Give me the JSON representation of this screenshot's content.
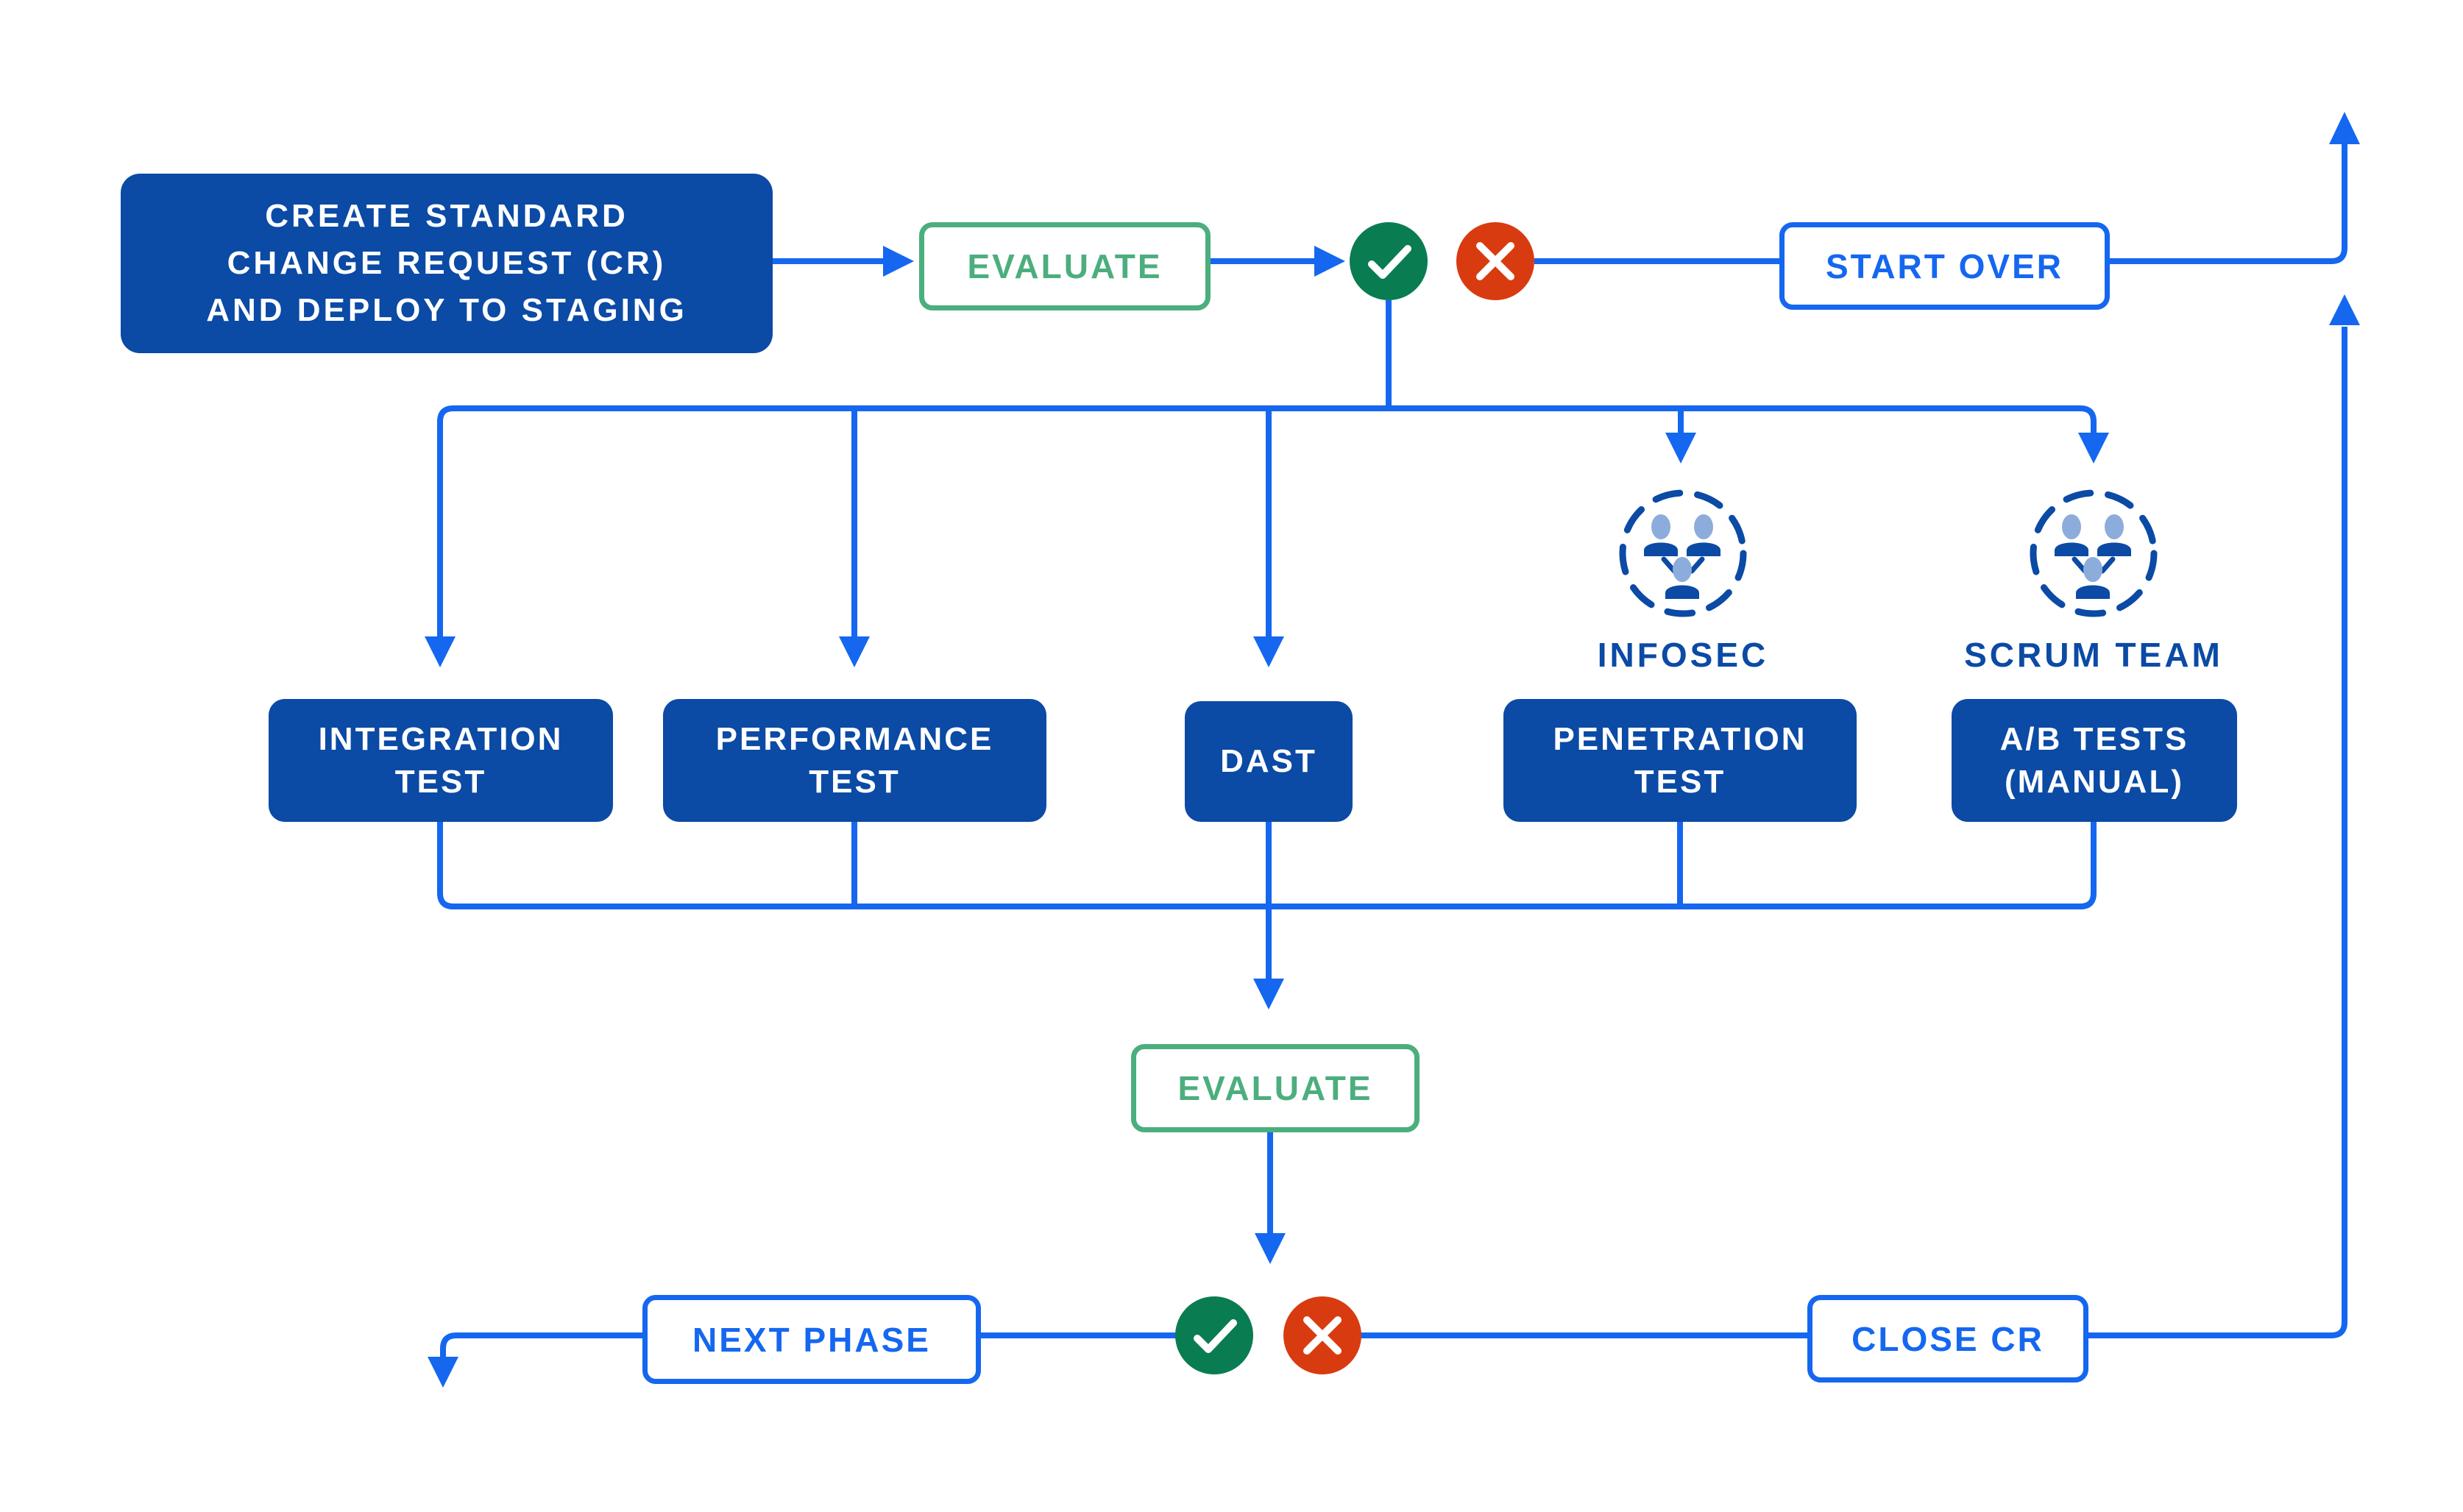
{
  "colors": {
    "background": "#ffffff",
    "flow_blue": "#1567f0",
    "node_blue": "#0b4aa5",
    "success_green": "#0a7c52",
    "fail_red": "#d93b10",
    "evaluate_green": "#4cae7e",
    "icon_head_blue": "#8cacdb"
  },
  "nodes": {
    "create_cr": {
      "lines": [
        "CREATE STANDARD",
        "CHANGE REQUEST (CR)",
        "AND DEPLOY TO STAGING"
      ]
    },
    "evaluate_top": {
      "label": "EVALUATE"
    },
    "start_over": {
      "label": "START OVER"
    },
    "integration_test": {
      "lines": [
        "INTEGRATION",
        "TEST"
      ]
    },
    "performance_test": {
      "lines": [
        "PERFORMANCE",
        "TEST"
      ]
    },
    "dast": {
      "lines": [
        "DAST"
      ]
    },
    "penetration_test": {
      "lines": [
        "PENETRATION",
        "TEST"
      ]
    },
    "ab_tests": {
      "lines": [
        "A/B TESTS",
        "(MANUAL)"
      ]
    },
    "evaluate_bottom": {
      "label": "EVALUATE"
    },
    "next_phase": {
      "label": "NEXT PHASE"
    },
    "close_cr": {
      "label": "CLOSE CR"
    }
  },
  "teams": {
    "infosec": {
      "label": "INFOSEC",
      "icon": "team-circle-icon"
    },
    "scrum": {
      "label": "SCRUM TEAM",
      "icon": "team-circle-icon"
    }
  },
  "decisions": {
    "pass_icon": "check-icon",
    "fail_icon": "x-icon"
  }
}
